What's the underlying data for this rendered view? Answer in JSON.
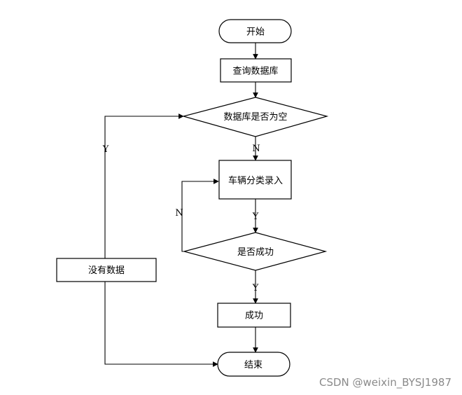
{
  "nodes": {
    "start": "开始",
    "query_db": "查询数据库",
    "db_empty": "数据库是否为空",
    "vehicle_entry": "车辆分类录入",
    "is_success": "是否成功",
    "no_data": "没有数据",
    "success": "成功",
    "end": "结束"
  },
  "edge_labels": {
    "db_empty_no": "N",
    "db_empty_yes": "Y",
    "entry_yes": "Y",
    "success_no": "N",
    "success_yes": "Y"
  },
  "watermark": "CSDN @weixin_BYSJ1987"
}
